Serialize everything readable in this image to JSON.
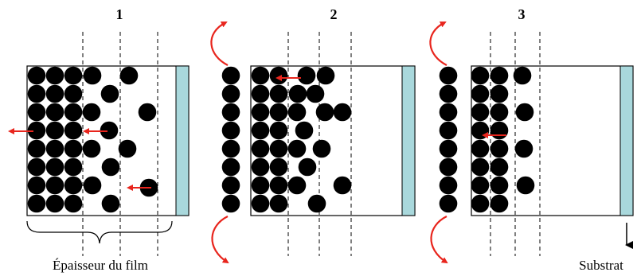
{
  "colors": {
    "particle": "#000000",
    "arrow": "#e8251d",
    "substrate": "#a9d8dc",
    "box_outline": "#000000"
  },
  "panels": [
    {
      "label": "1"
    },
    {
      "label": "2"
    },
    {
      "label": "3"
    }
  ],
  "captions": {
    "film_thickness": "Épaisseur du film",
    "substrate": "Substrat"
  }
}
